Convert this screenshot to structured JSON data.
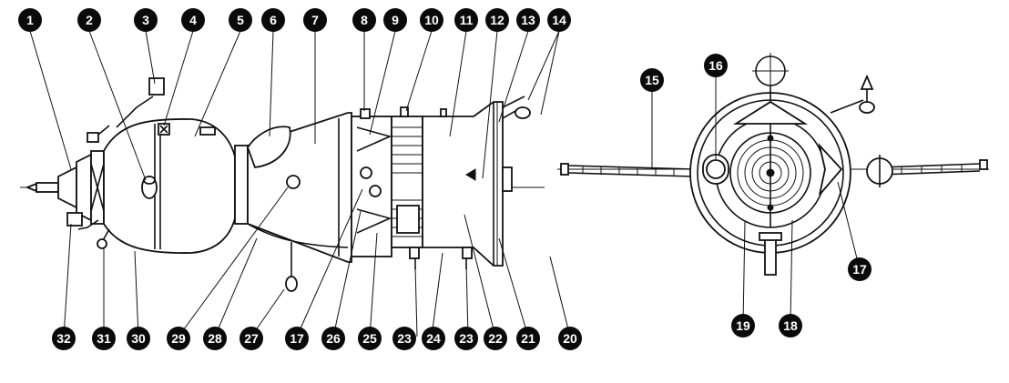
{
  "callouts": [
    "1",
    "2",
    "3",
    "4",
    "5",
    "6",
    "7",
    "8",
    "9",
    "10",
    "11",
    "12",
    "13",
    "14",
    "15",
    "16",
    "17",
    "18",
    "19",
    "20",
    "21",
    "22",
    "23",
    "24",
    "25",
    "26",
    "27",
    "28",
    "29",
    "30",
    "31",
    "32"
  ],
  "colors": {
    "ink": "#111111",
    "badge": "#0a0a0a",
    "paper": "#ffffff"
  }
}
